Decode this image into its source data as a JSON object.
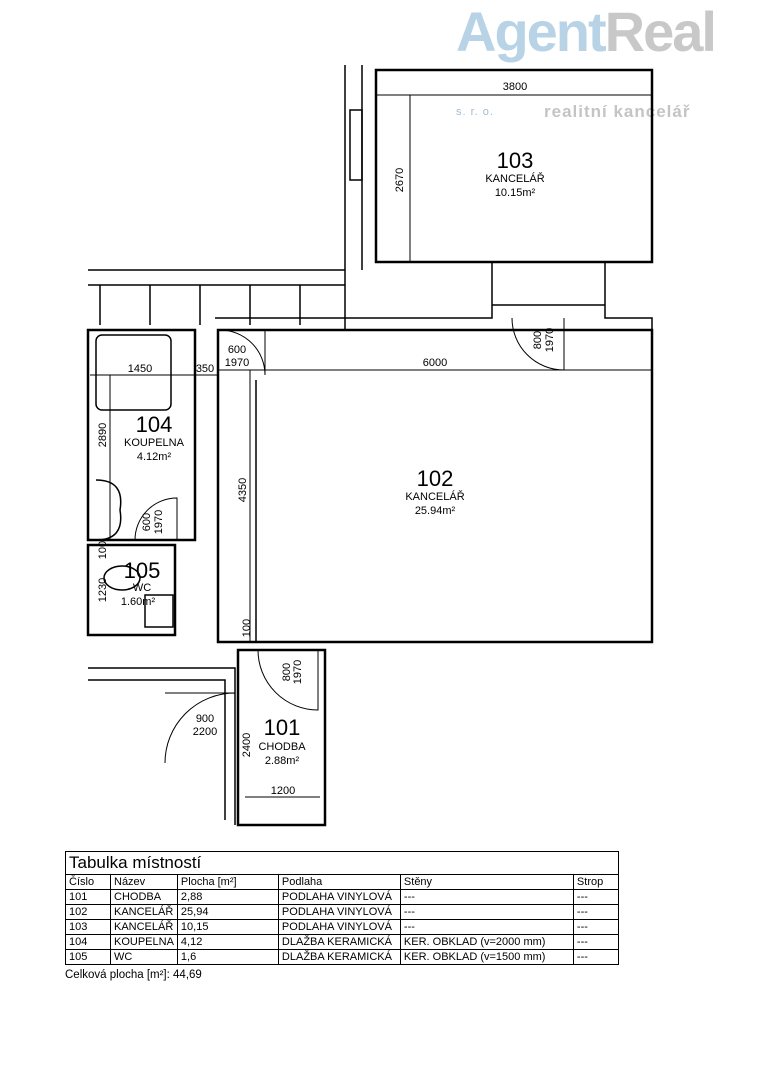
{
  "logo": {
    "brand_a": "Agent",
    "brand_b": "Real",
    "suffix": "s. r. o.",
    "tagline": "realitní kancelář"
  },
  "rooms": [
    {
      "number": "101",
      "name": "CHODBA",
      "area": "2.88m²"
    },
    {
      "number": "102",
      "name": "KANCELÁŘ",
      "area": "25.94m²"
    },
    {
      "number": "103",
      "name": "KANCELÁŘ",
      "area": "10.15m²"
    },
    {
      "number": "104",
      "name": "KOUPELNA",
      "area": "4.12m²"
    },
    {
      "number": "105",
      "name": "WC",
      "area": "1.60m²"
    }
  ],
  "dimensions": {
    "d3800": "3800",
    "d2670": "2670",
    "d6000": "6000",
    "d4350": "4350",
    "d1450": "1450",
    "d350": "350",
    "d2890": "2890",
    "d1230": "1230",
    "d100a": "100",
    "d100b": "100",
    "d2400": "2400",
    "d1200": "1200"
  },
  "doors": [
    {
      "width": "800",
      "height": "1970"
    },
    {
      "width": "600",
      "height": "1970"
    },
    {
      "width": "600",
      "height": "1970"
    },
    {
      "width": "800",
      "height": "1970"
    },
    {
      "width": "900",
      "height": "2200"
    }
  ],
  "table": {
    "title": "Tabulka místností",
    "headers": [
      "Číslo",
      "Název",
      "Plocha [m²]",
      "Podlaha",
      "Stěny",
      "Strop"
    ],
    "rows": [
      [
        "101",
        "CHODBA",
        "2,88",
        "PODLAHA VINYLOVÁ",
        "---",
        "---"
      ],
      [
        "102",
        "KANCELÁŘ",
        "25,94",
        "PODLAHA VINYLOVÁ",
        "---",
        "---"
      ],
      [
        "103",
        "KANCELÁŘ",
        "10,15",
        "PODLAHA VINYLOVÁ",
        "---",
        "---"
      ],
      [
        "104",
        "KOUPELNA",
        "4,12",
        "DLAŽBA KERAMICKÁ",
        "KER. OBKLAD (v=2000 mm)",
        "---"
      ],
      [
        "105",
        "WC",
        "1,6",
        "DLAŽBA KERAMICKÁ",
        "KER. OBKLAD (v=1500 mm)",
        "---"
      ]
    ],
    "total_label": "Celková plocha [m²]:",
    "total_value": "44,69"
  }
}
